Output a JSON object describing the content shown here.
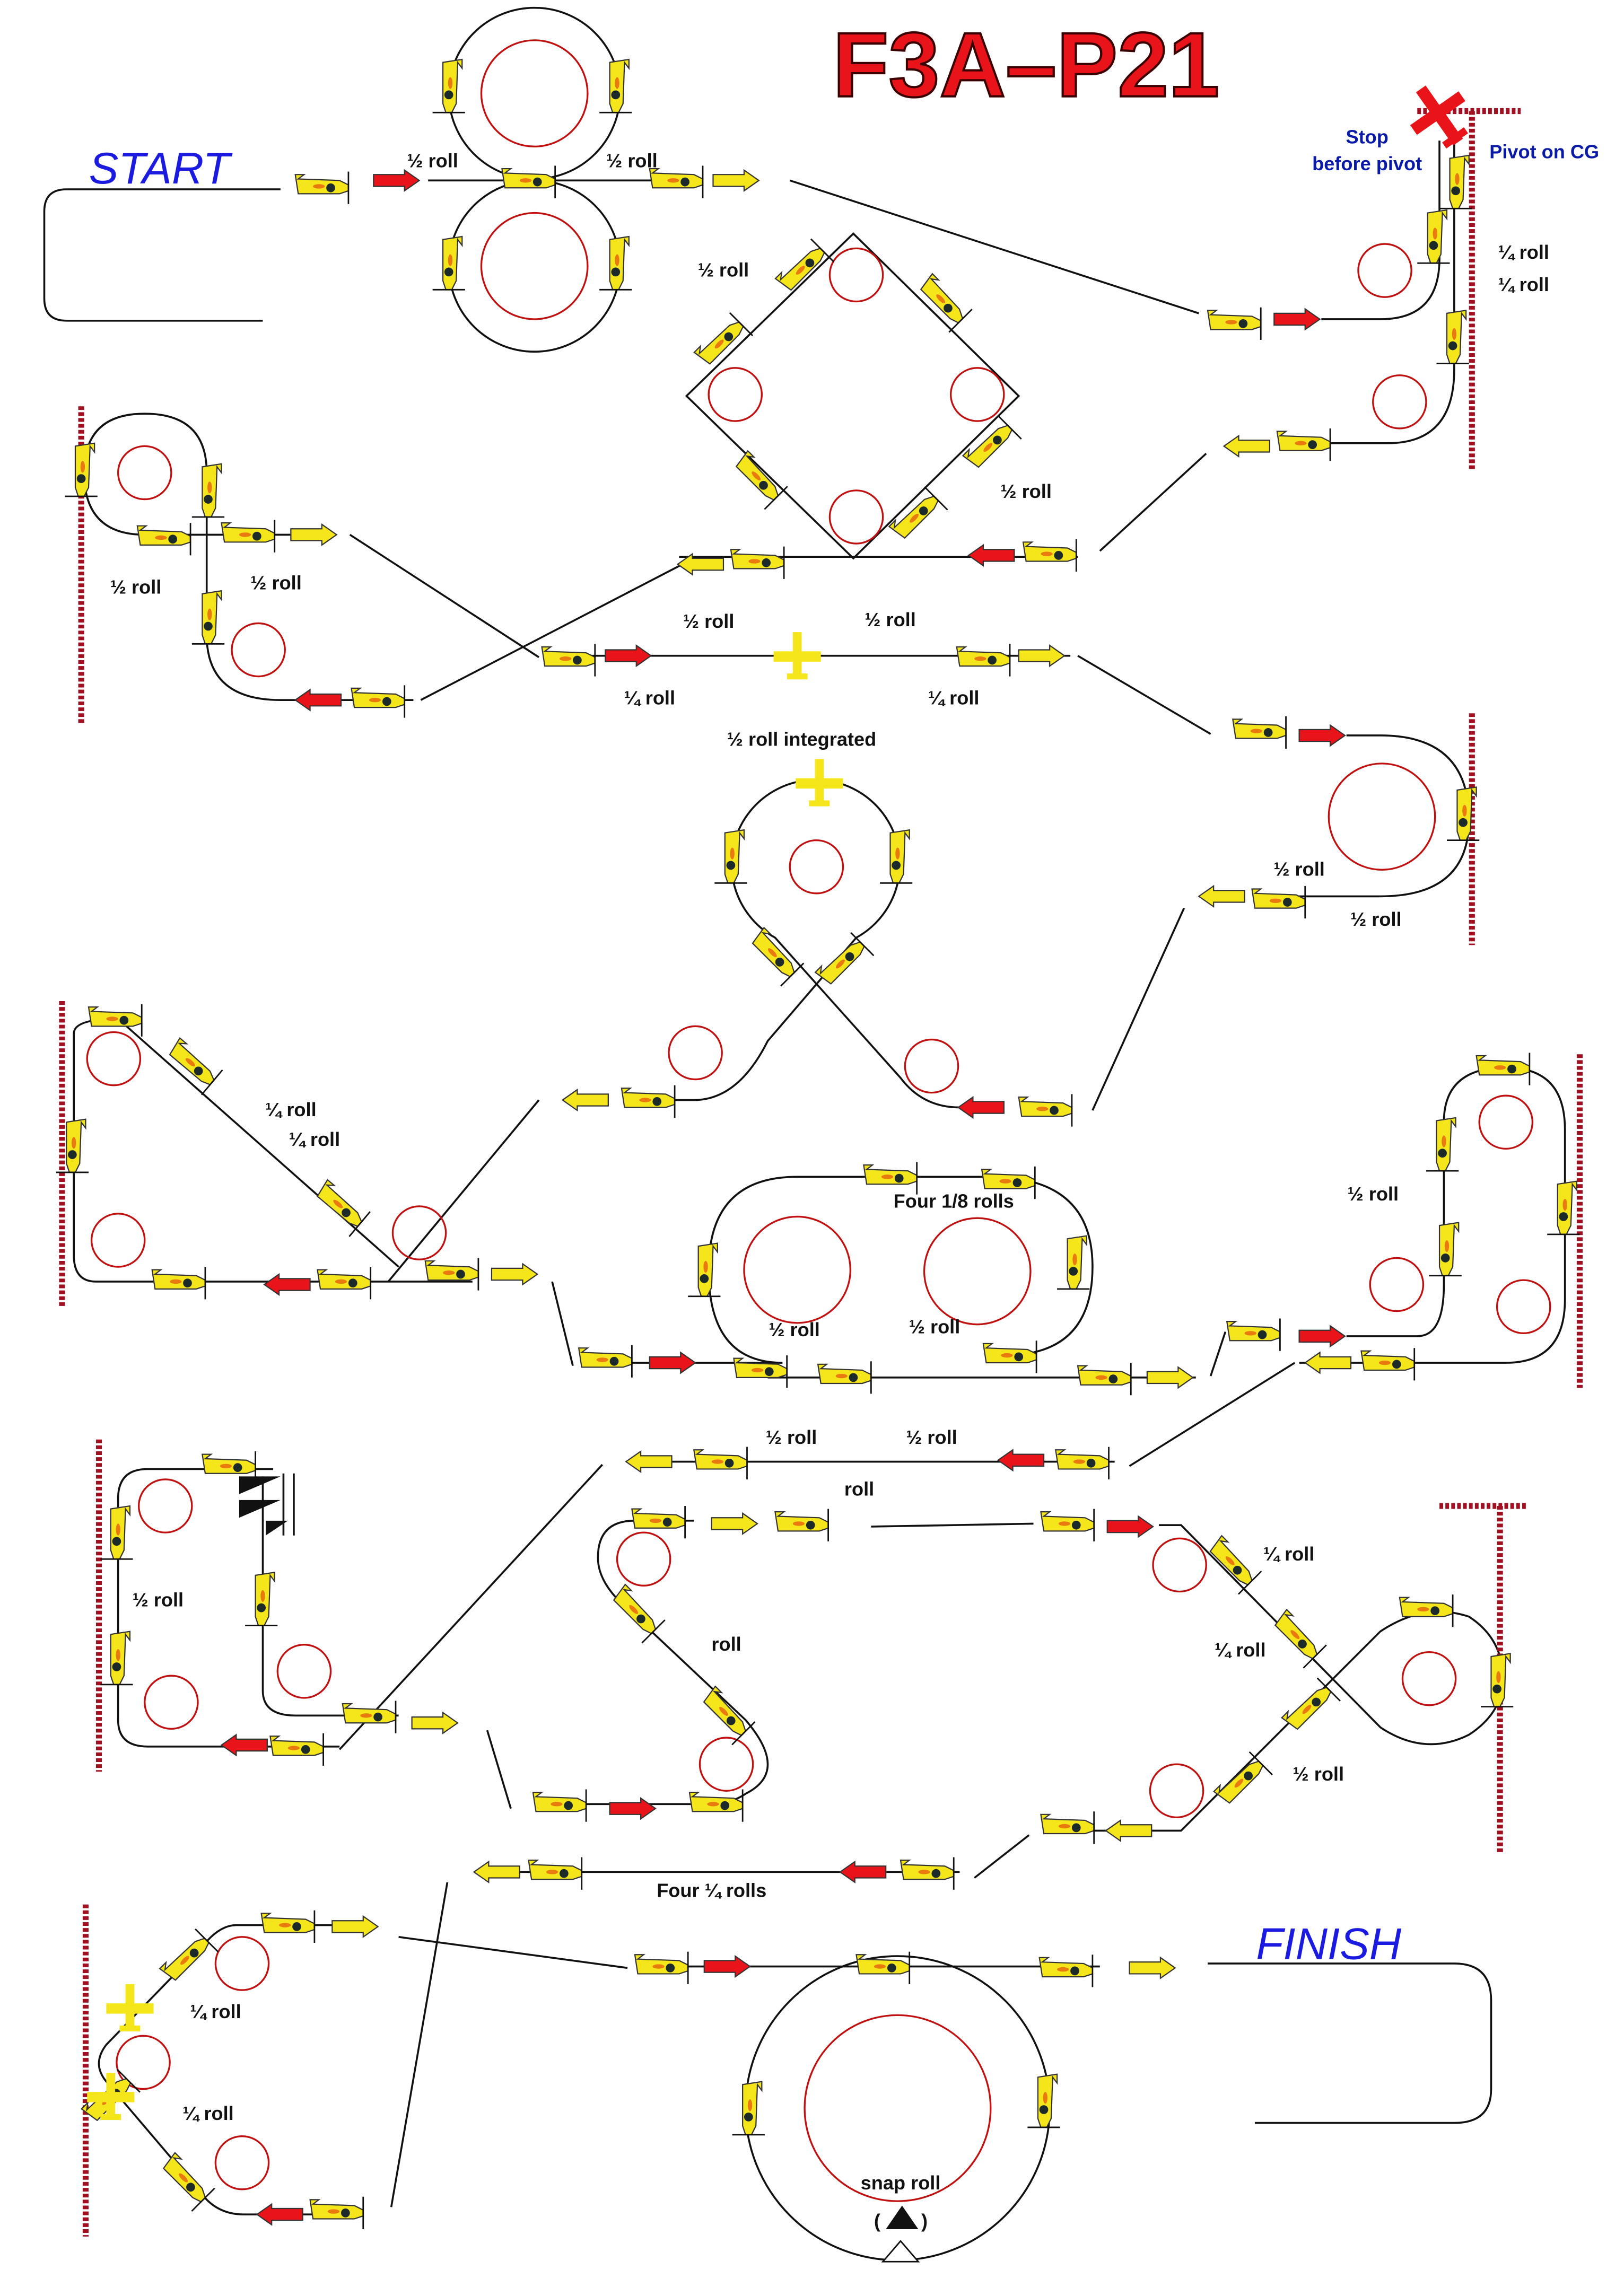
{
  "title": "F3A–P21",
  "start": "START",
  "finish": "FINISH",
  "stop_before_pivot": [
    "Stop",
    "before pivot"
  ],
  "pivot_on_cg": "Pivot on CG",
  "labels": [
    "½ roll",
    "½ roll",
    "¼ roll",
    "¼ roll",
    "½ roll",
    "½ roll",
    "½ roll",
    "½ roll",
    "½ roll",
    "¼ roll",
    "½ roll",
    "¼ roll",
    "½ roll integrated",
    "½ roll",
    "½ roll",
    "¼ roll",
    "¼ roll",
    "Four 1/8 rolls",
    "½ roll",
    "½ roll",
    "½ roll",
    "½ roll",
    "½ roll",
    "roll",
    "½ roll",
    "roll",
    "¼ roll",
    "¼ roll",
    "½ roll",
    "Four ¼ rolls",
    "¼ roll",
    "¼ roll",
    "snap roll"
  ],
  "colors": {
    "title": "#e8141a",
    "plane": "#f5e61c",
    "entry_arrow": "#e8141a",
    "exit_arrow": "#f5e61c",
    "judge_circle": "#c01010",
    "note_text": "#0a1aa8"
  }
}
